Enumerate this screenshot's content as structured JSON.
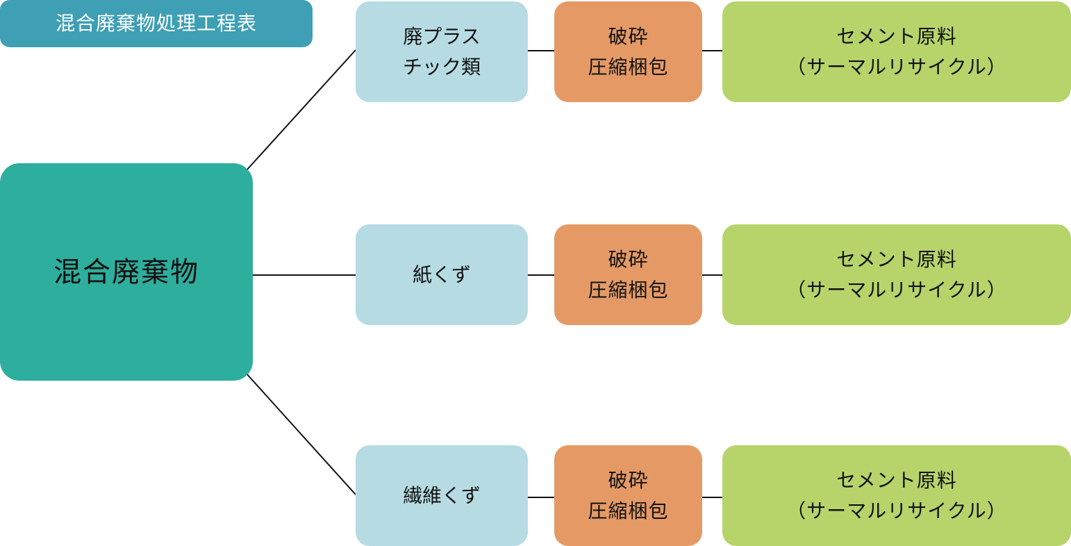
{
  "title": "混合廃棄物処理工程表",
  "root": "混合廃棄物",
  "colors": {
    "title_bg": "#3e9fb5",
    "root_bg": "#2eae9d",
    "category_bg": "#b6dbe3",
    "process_bg": "#e59a66",
    "result_bg": "#b6d46a",
    "connector": "#111111"
  },
  "branches": [
    {
      "category": "廃プラス\nチック類",
      "process": "破砕\n圧縮梱包",
      "result": "セメント原料\n（サーマルリサイクル）"
    },
    {
      "category": "紙くず",
      "process": "破砕\n圧縮梱包",
      "result": "セメント原料\n（サーマルリサイクル）"
    },
    {
      "category": "繊維くず",
      "process": "破砕\n圧縮梱包",
      "result": "セメント原料\n（サーマルリサイクル）"
    }
  ]
}
